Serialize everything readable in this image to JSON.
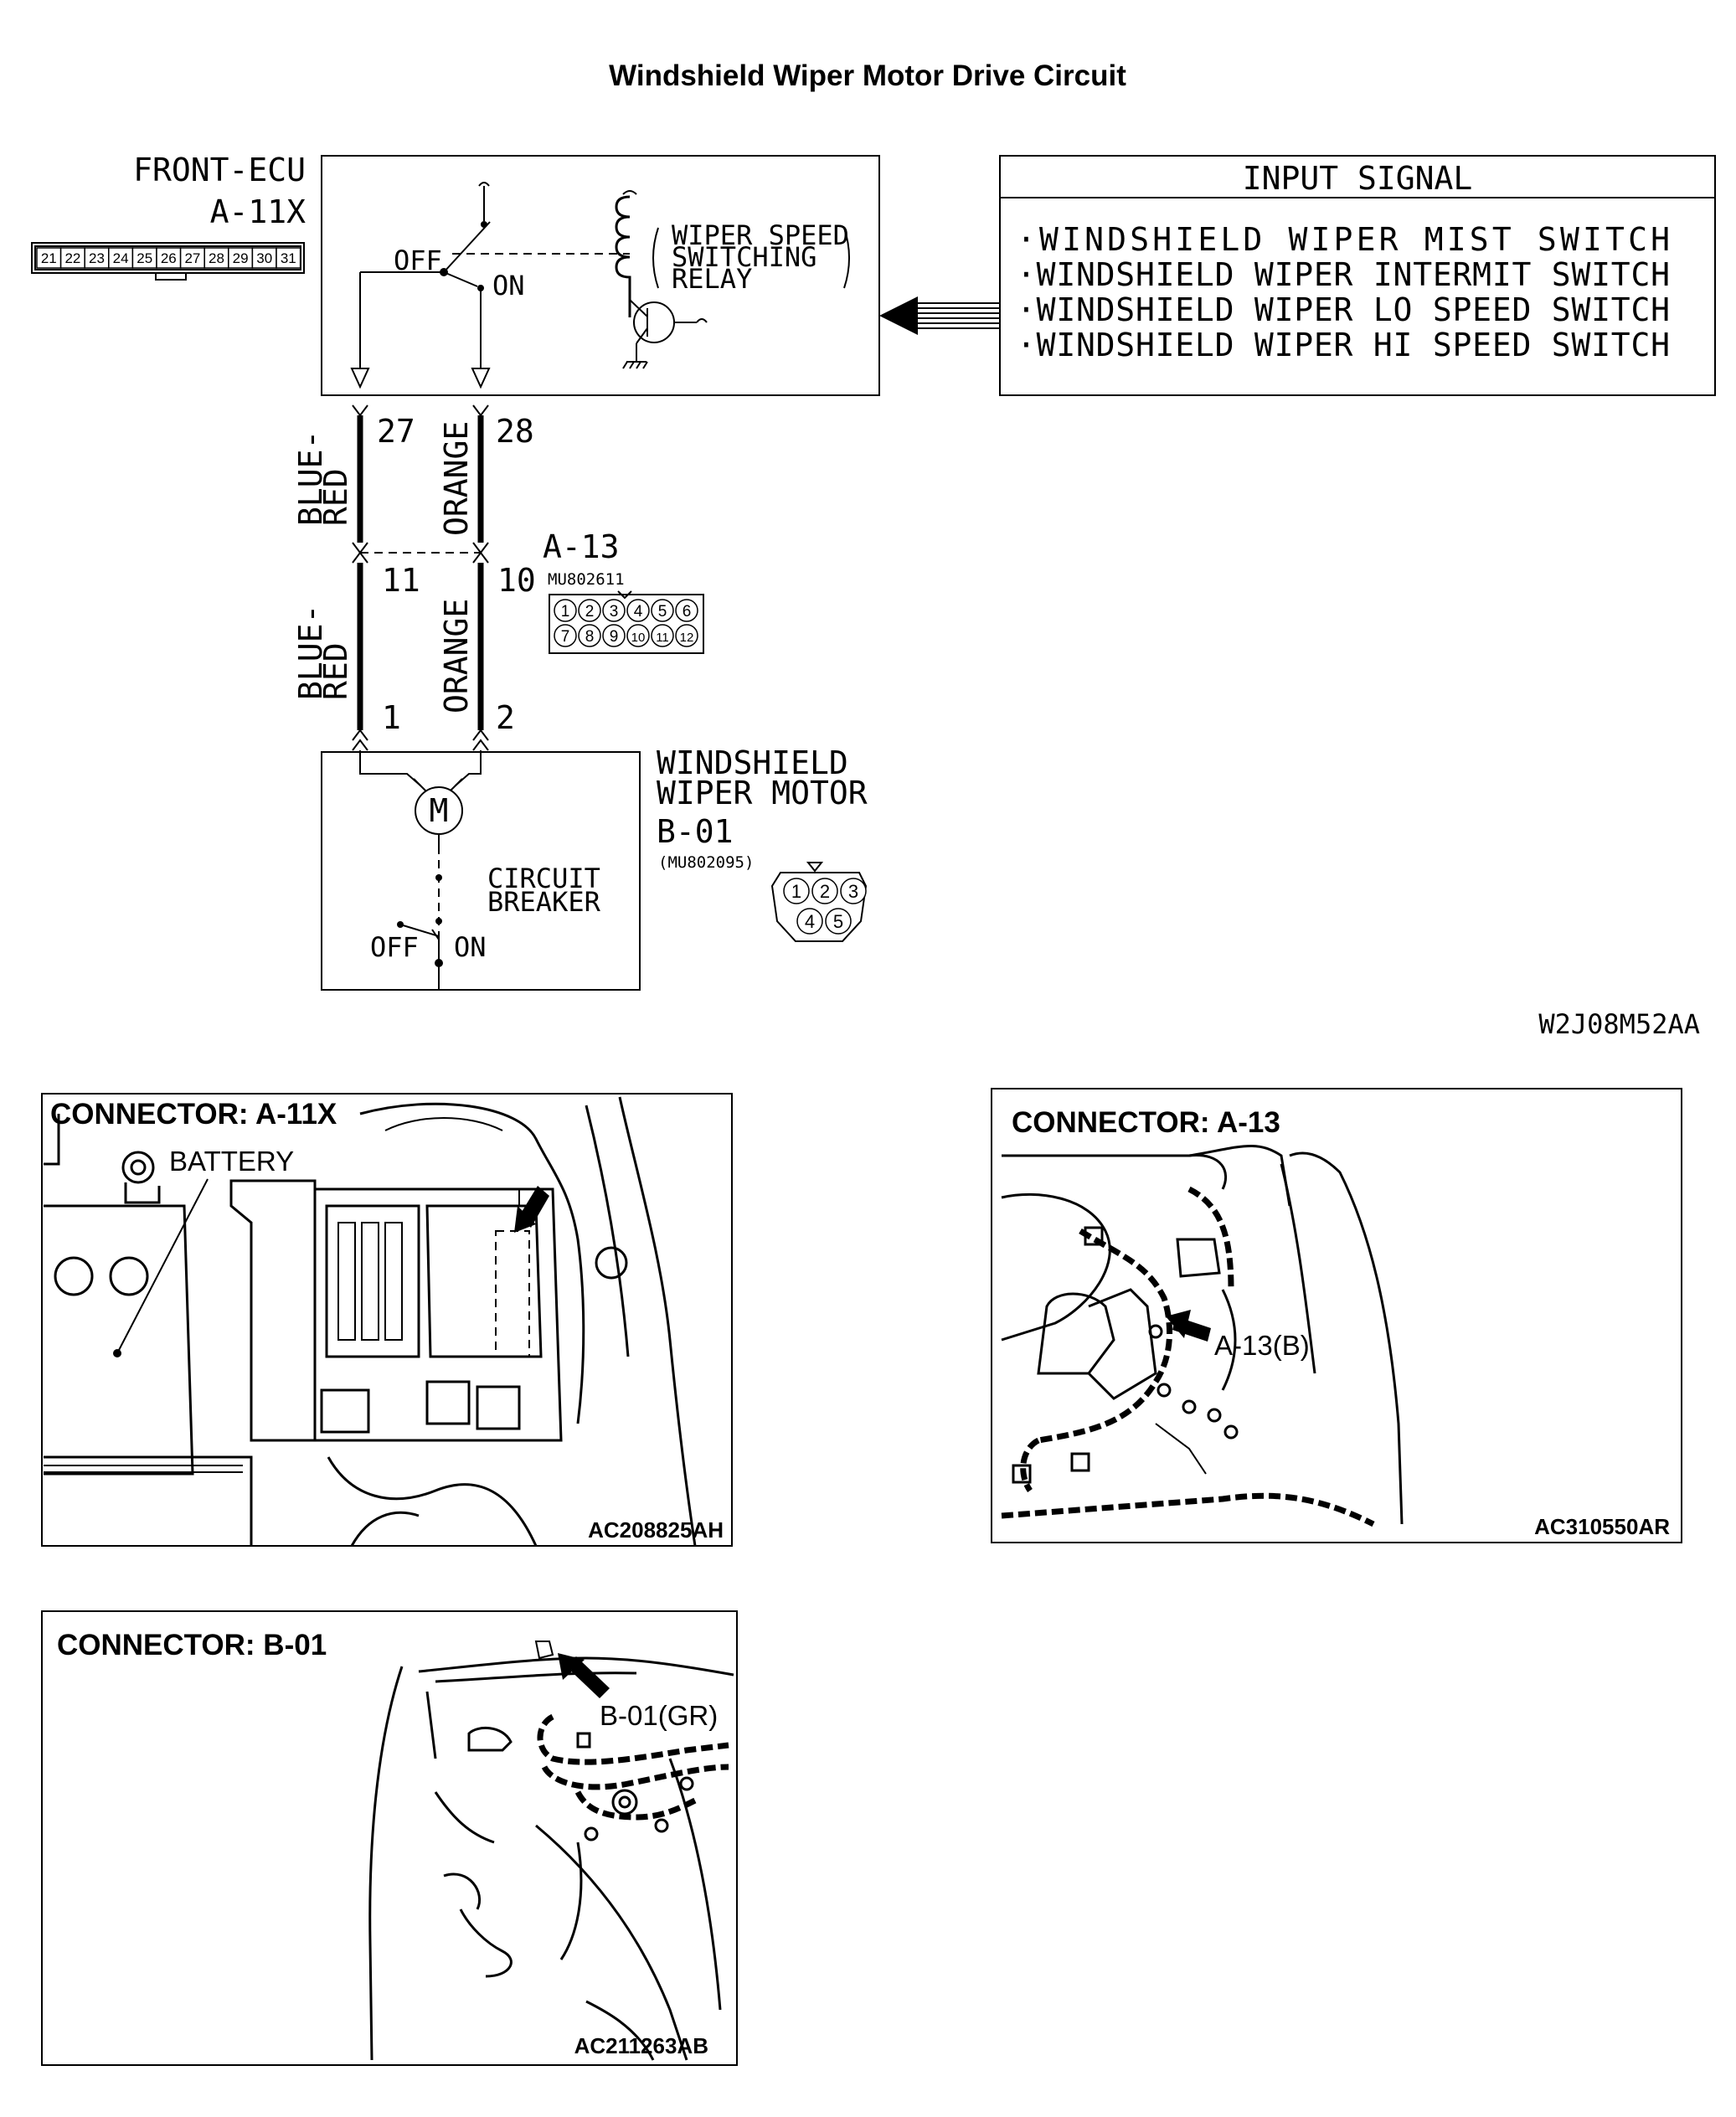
{
  "title": "Windshield Wiper Motor Drive Circuit",
  "front_ecu": {
    "name": "FRONT-ECU",
    "connector": "A-11X",
    "pins": [
      "21",
      "22",
      "23",
      "24",
      "25",
      "26",
      "27",
      "28",
      "29",
      "30",
      "31"
    ],
    "relay_label": [
      "WIPER SPEED",
      "SWITCHING",
      "RELAY"
    ],
    "switch_off": "OFF",
    "switch_on": "ON"
  },
  "input_signal": {
    "header": "INPUT SIGNAL",
    "items": [
      "·WINDSHIELD WIPER MIST SWITCH",
      "·WINDSHIELD WIPER INTERMIT SWITCH",
      "·WINDSHIELD WIPER LO SPEED SWITCH",
      "·WINDSHIELD WIPER HI SPEED SWITCH"
    ]
  },
  "wires": {
    "upper_left_pin": "27",
    "upper_right_pin": "28",
    "upper_left_color": [
      "BLUE-",
      "RED"
    ],
    "upper_right_color": "ORANGE",
    "mid_left_pin": "11",
    "mid_right_pin": "10",
    "lower_left_color": [
      "BLUE-",
      "RED"
    ],
    "lower_right_color": "ORANGE",
    "lower_left_pin": "1",
    "lower_right_pin": "2"
  },
  "connector_a13": {
    "name": "A-13",
    "part": "MU802611",
    "pins_row1": [
      "1",
      "2",
      "3",
      "4",
      "5",
      "6"
    ],
    "pins_row2": [
      "7",
      "8",
      "9",
      "10",
      "11",
      "12"
    ]
  },
  "motor": {
    "name": [
      "WINDSHIELD",
      "WIPER MOTOR"
    ],
    "connector": "B-01",
    "part": "(MU802095)",
    "symbol": "M",
    "breaker": [
      "CIRCUIT",
      "BREAKER"
    ],
    "off": "OFF",
    "on": "ON",
    "pins_row1": [
      "1",
      "2",
      "3"
    ],
    "pins_row2": [
      "4",
      "5"
    ]
  },
  "figure_code": "W2J08M52AA",
  "panels": [
    {
      "title": "CONNECTOR: A-11X",
      "labels": [
        "BATTERY"
      ],
      "code": "AC208825AH"
    },
    {
      "title": "CONNECTOR: A-13",
      "labels": [
        "A-13(B)"
      ],
      "code": "AC310550AR"
    },
    {
      "title": "CONNECTOR: B-01",
      "labels": [
        "B-01(GR)"
      ],
      "code": "AC211263AB"
    }
  ],
  "colors": {
    "ink": "#000000",
    "paper": "#ffffff"
  }
}
